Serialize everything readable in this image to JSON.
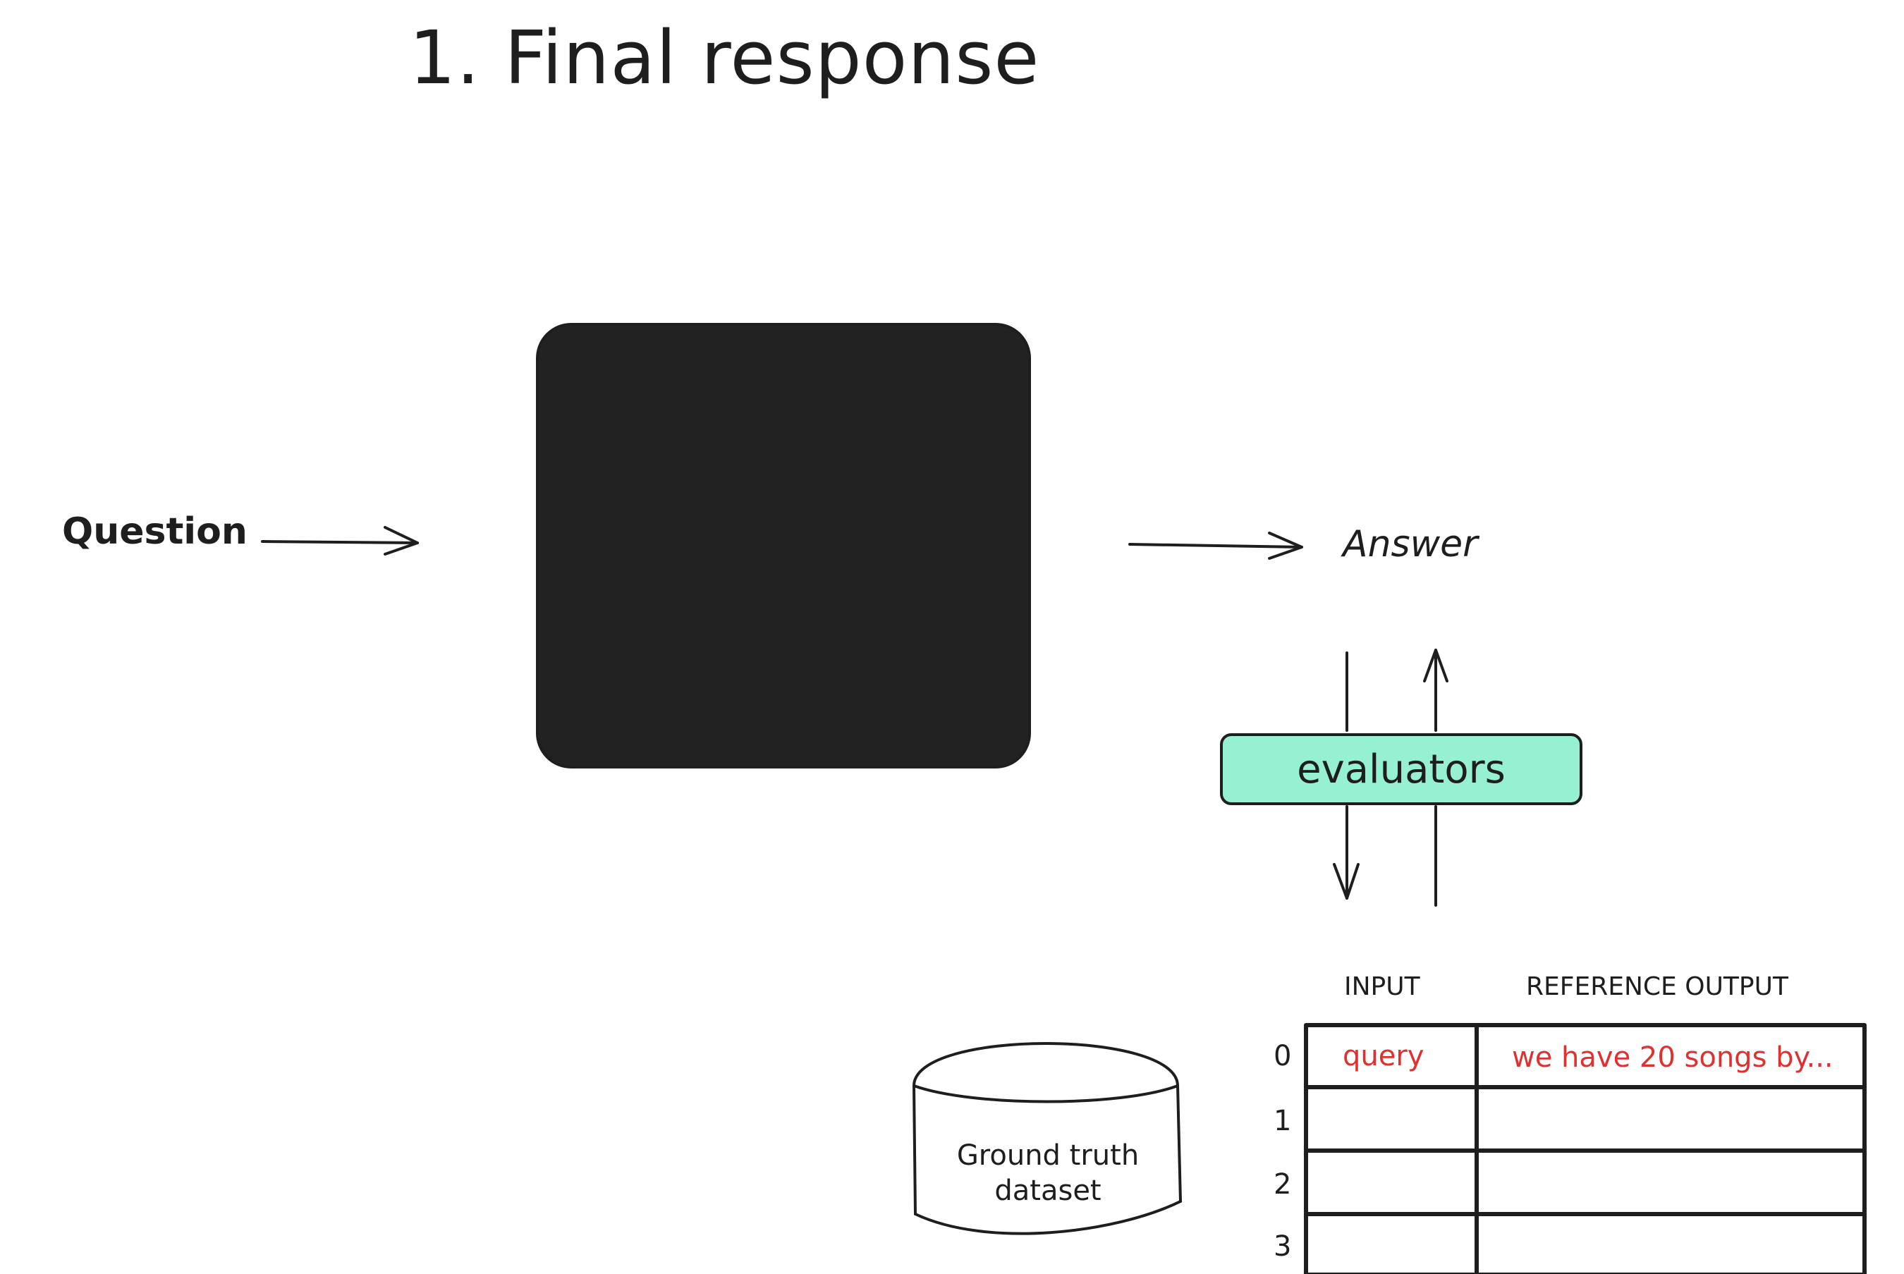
{
  "diagram": {
    "title": "1. Final response",
    "input_label": "Question",
    "output_label": "Answer",
    "evaluator_label": "evaluators",
    "dataset_label": "Ground truth dataset",
    "table": {
      "headers": [
        "INPUT",
        "REFERENCE OUTPUT"
      ],
      "row_indices": [
        "0",
        "1",
        "2",
        "3"
      ],
      "rows": [
        {
          "input": "query",
          "reference_output": "we have 20 songs by..."
        },
        {
          "input": "",
          "reference_output": ""
        },
        {
          "input": "",
          "reference_output": ""
        },
        {
          "input": "",
          "reference_output": ""
        }
      ]
    },
    "colors": {
      "evaluator_fill": "#96f0d2",
      "black_box_fill": "#222222",
      "highlight_text": "#e03131",
      "stroke": "#1e1e1e"
    }
  }
}
